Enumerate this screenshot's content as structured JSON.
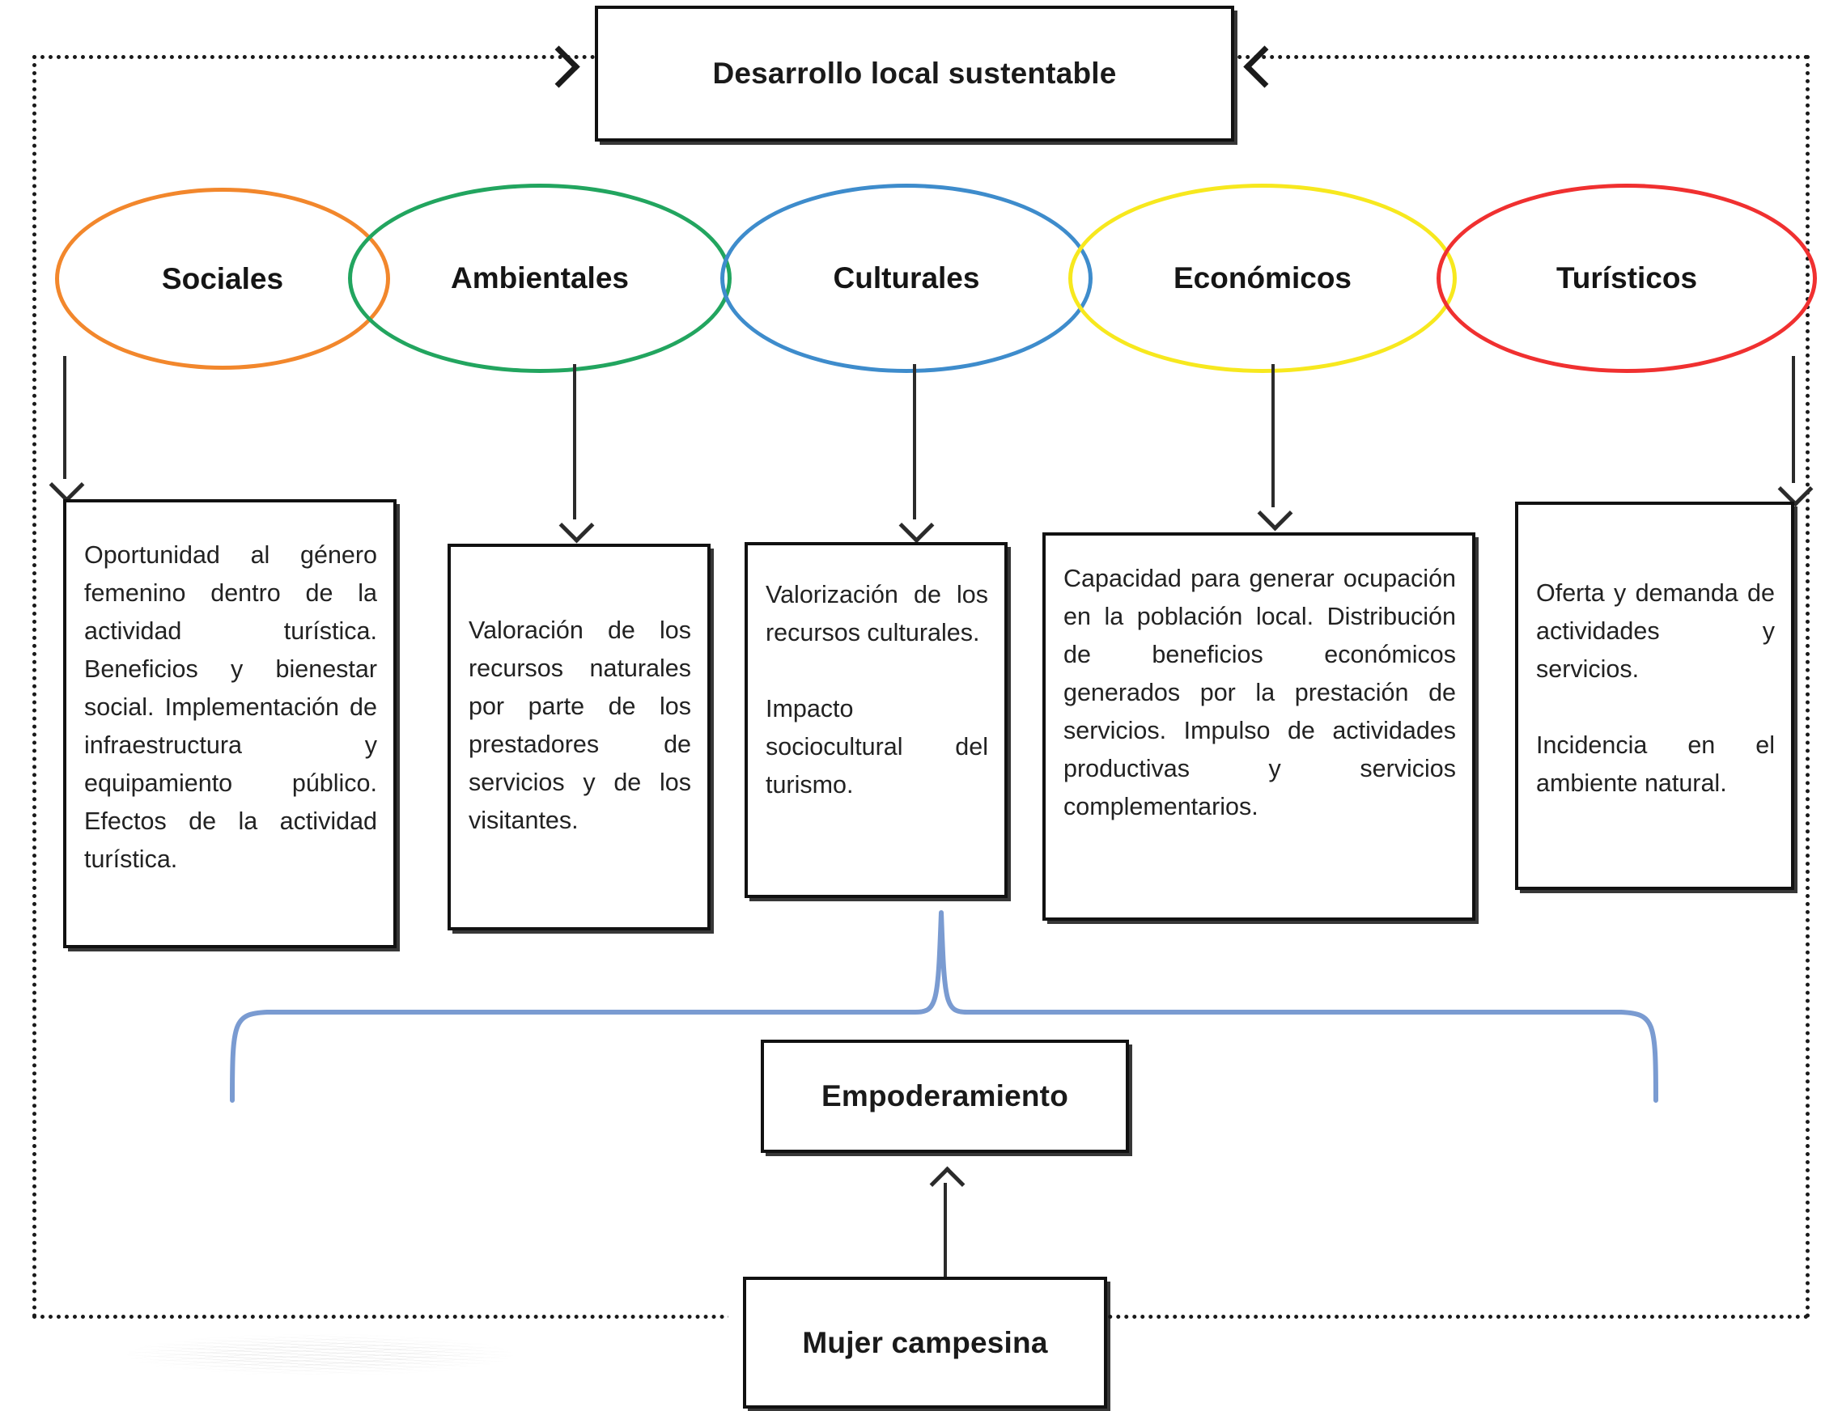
{
  "diagram": {
    "title_box": {
      "label": "Desarrollo local sustentable"
    },
    "dimension_ellipses": [
      {
        "label": "Sociales",
        "color": "#F2872C"
      },
      {
        "label": "Ambientales",
        "color": "#22A55F"
      },
      {
        "label": "Culturales",
        "color": "#3E8CCC"
      },
      {
        "label": "Económicos",
        "color": "#F7E81E"
      },
      {
        "label": "Turísticos",
        "color": "#F03030"
      }
    ],
    "detail_boxes": [
      {
        "for": "Sociales",
        "text": "Oportunidad al género femenino dentro de la actividad turística. Beneficios y bienestar social. Implementación de infraestructura y equipamiento público. Efectos de la actividad turística.",
        "lines": [
          "Oportunidad al género femenino dentro de la actividad turística.",
          "Beneficios y bienestar social.",
          "Implementación de infraestructura y equipamiento público.",
          "Efectos de la actividad turística."
        ]
      },
      {
        "for": "Ambientales",
        "text": "Valoración de los recursos naturales por parte de los prestadores de servicios y de los visitantes.",
        "lines": [
          "Valoración de los recursos naturales por parte de los prestadores de servicios y de los visitantes."
        ]
      },
      {
        "for": "Culturales",
        "text": "Valorización de los recursos culturales.\n\nImpacto sociocultural del turismo.",
        "lines": [
          "Valorización de los recursos culturales.",
          "Impacto sociocultural del turismo."
        ]
      },
      {
        "for": "Económicos",
        "text": "Capacidad para generar ocupación en la población local. Distribución de beneficios económicos generados por la prestación de servicios. Impulso de actividades productivas y servicios complementarios.",
        "lines": [
          "Capacidad para generar ocupación en la población local.",
          "Distribución de beneficios económicos generados por la prestación de servicios.",
          "Impulso de actividades productivas y servicios complementarios."
        ]
      },
      {
        "for": "Turísticos",
        "text": "Oferta y demanda de actividades y servicios.\n\nIncidencia en el ambiente natural.",
        "lines": [
          "Oferta y demanda de actividades y servicios.",
          "Incidencia en el ambiente natural."
        ]
      }
    ],
    "empowerment_box": {
      "label": "Empoderamiento"
    },
    "actor_box": {
      "label": "Mujer campesina"
    },
    "brace": {
      "color": "#7A9BD1"
    },
    "frame": {
      "style": "dotted",
      "color": "#1A1A1A"
    }
  }
}
